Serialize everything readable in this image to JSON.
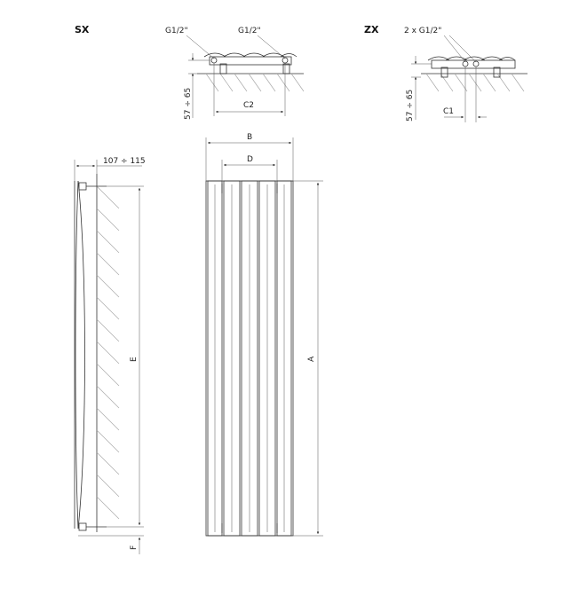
{
  "views": {
    "sx": {
      "title": "SX",
      "thread_left": "G1/2\"",
      "thread_right": "G1/2\"",
      "depth_range": "57 ÷ 65",
      "spacing_label": "C2"
    },
    "zx": {
      "title": "ZX",
      "thread_label": "2 x G1/2\"",
      "depth_range": "57 ÷ 65",
      "spacing_label": "C1"
    },
    "side": {
      "wall_offset": "107 ÷ 115",
      "pipe_spacing_label": "E",
      "bottom_offset_label": "F"
    },
    "front": {
      "overall_width_label": "B",
      "pipe_distance_label": "D",
      "overall_height_label": "A"
    }
  }
}
